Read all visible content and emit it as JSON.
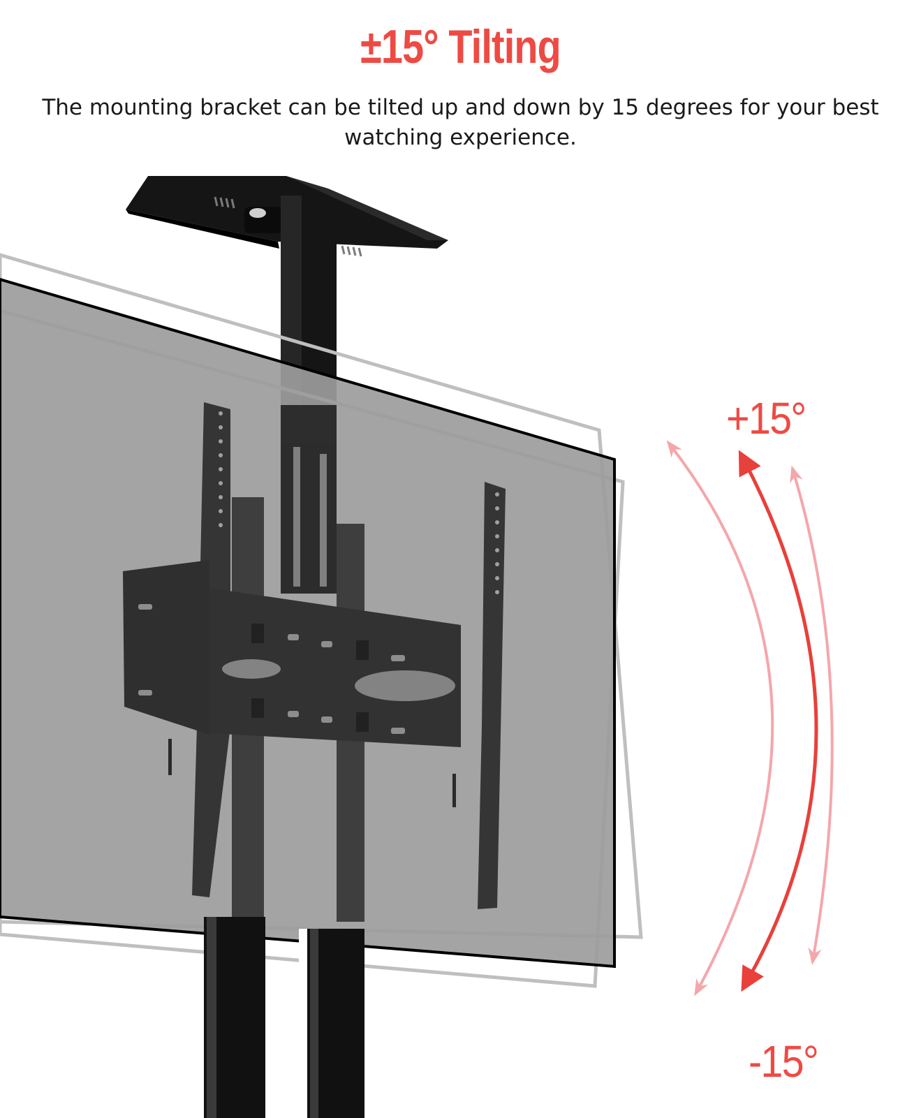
{
  "header": {
    "title": "±15° Tilting",
    "description": "The mounting bracket can be tilted up and down by 15 degrees for your best watching experience."
  },
  "tilt": {
    "up_label": "+15°",
    "down_label": "-15°",
    "range_degrees": 15
  },
  "colors": {
    "accent": "#ee4a44",
    "accent_light": "#f6b1b4",
    "screen_fill": "#9c9c9c",
    "bracket": "#222222"
  },
  "icons": {
    "up_arrow": "arrow-up-icon",
    "down_arrow": "arrow-down-icon"
  }
}
